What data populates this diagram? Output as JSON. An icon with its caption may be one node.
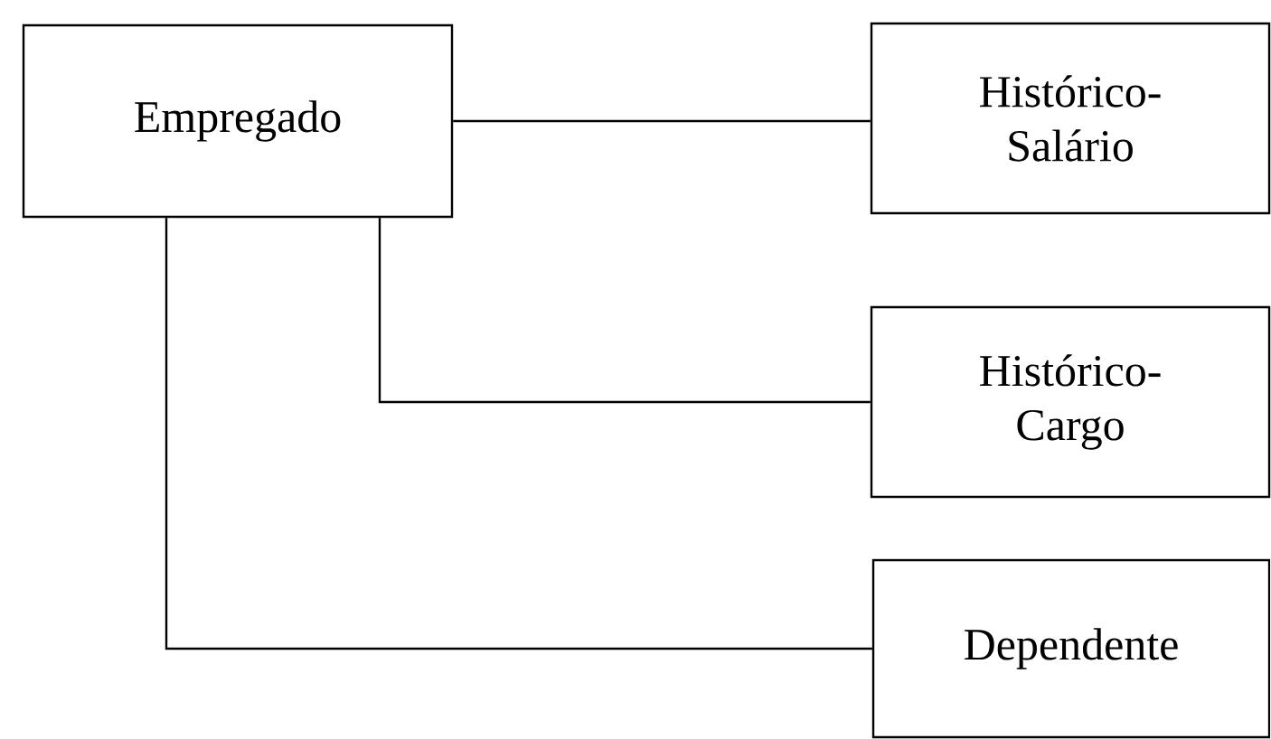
{
  "diagram": {
    "nodes": [
      {
        "text": [
          "Empregado"
        ]
      },
      {
        "text": [
          "Histórico-Salário"
        ]
      },
      {
        "text": [
          "Histórico-Cargo"
        ]
      },
      {
        "text": [
          "Dependente"
        ]
      }
    ],
    "edges": [
      {
        "from": 0,
        "to": 1,
        "arrow": "none"
      },
      {
        "from": 0,
        "to": 2,
        "arrow": "none"
      },
      {
        "from": 0,
        "to": 3,
        "arrow": "none"
      }
    ]
  }
}
